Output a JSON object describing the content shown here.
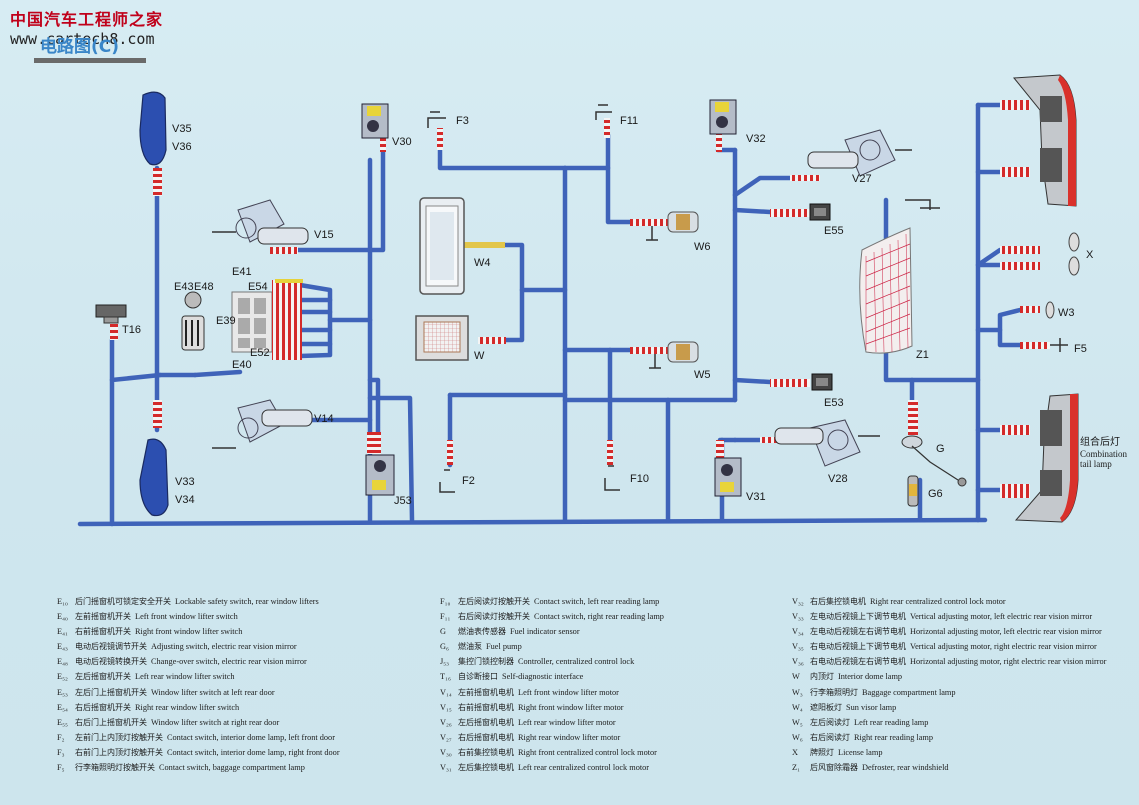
{
  "watermark": {
    "line1": "中国汽车工程师之家",
    "line2": "www.cartech8.com"
  },
  "title": "电路图(C)",
  "component_labels": {
    "v35": "V35",
    "v36": "V36",
    "v33": "V33",
    "v34": "V34",
    "t16": "T16",
    "e43": "E43",
    "e48": "E48",
    "e41": "E41",
    "e54": "E54",
    "e39": "E39",
    "e40": "E40",
    "e52": "E52",
    "v15": "V15",
    "v14": "V14",
    "v30": "V30",
    "j53": "J53",
    "f3": "F3",
    "f2": "F2",
    "w4": "W4",
    "w": "W",
    "f11": "F11",
    "w6": "W6",
    "w5": "W5",
    "f10": "F10",
    "v32": "V32",
    "v31": "V31",
    "v27": "V27",
    "e55": "E55",
    "e53": "E53",
    "v28": "V28",
    "x": "X",
    "w3": "W3",
    "f5": "F5",
    "z1": "Z1",
    "g": "G",
    "g6": "G6",
    "tail_lamp_cn": "组合后灯",
    "tail_lamp_en1": "Combination",
    "tail_lamp_en2": "tail lamp"
  },
  "legend": {
    "col1": [
      {
        "code": "E₁₀",
        "cn": "后门摇窗机可锁定安全开关",
        "en": "Lockable safety switch, rear window lifters"
      },
      {
        "code": "E₄₀",
        "cn": "左前摇窗机开关",
        "en": "Left front window lifter switch"
      },
      {
        "code": "E₄₁",
        "cn": "右前摇窗机开关",
        "en": "Right front window lifter switch"
      },
      {
        "code": "E₄₃",
        "cn": "电动后视镜调节开关",
        "en": "Adjusting switch, electric rear vision mirror"
      },
      {
        "code": "E₄₈",
        "cn": "电动后视镜转换开关",
        "en": "Change-over switch, electric rear vision mirror"
      },
      {
        "code": "E₅₂",
        "cn": "左后摇窗机开关",
        "en": "Left rear window lifter switch"
      },
      {
        "code": "E₅₃",
        "cn": "左后门上摇窗机开关",
        "en": "Window lifter switch at left rear door"
      },
      {
        "code": "E₅₄",
        "cn": "右后摇窗机开关",
        "en": "Right rear window lifter switch"
      },
      {
        "code": "E₅₅",
        "cn": "右后门上摇窗机开关",
        "en": "Window lifter switch at right rear door"
      },
      {
        "code": "F₂",
        "cn": "左前门上内顶灯按触开关",
        "en": "Contact switch, interior dome lamp, left front door"
      },
      {
        "code": "F₃",
        "cn": "右前门上内顶灯按触开关",
        "en": "Contact switch, interior dome lamp, right front door"
      },
      {
        "code": "F₅",
        "cn": "行李箱照明灯按触开关",
        "en": "Contact switch, baggage compartment lamp"
      }
    ],
    "col2": [
      {
        "code": "F₁₀",
        "cn": "左后阅读灯按触开关",
        "en": "Contact switch, left rear reading lamp"
      },
      {
        "code": "F₁₁",
        "cn": "右后阅读灯按触开关",
        "en": "Contact switch, right rear reading lamp"
      },
      {
        "code": "G",
        "cn": "燃油表传感器",
        "en": "Fuel indicator sensor"
      },
      {
        "code": "G₆",
        "cn": "燃油泵",
        "en": "Fuel pump"
      },
      {
        "code": "J₅₃",
        "cn": "集控门锁控制器",
        "en": "Controller, centralized control lock"
      },
      {
        "code": "T₁₆",
        "cn": "自诊断接口",
        "en": "Self-diagnostic interface"
      },
      {
        "code": "V₁₄",
        "cn": "左前摇窗机电机",
        "en": "Left front window lifter motor"
      },
      {
        "code": "V₁₅",
        "cn": "右前摇窗机电机",
        "en": "Right front window lifter motor"
      },
      {
        "code": "V₂₆",
        "cn": "左后摇窗机电机",
        "en": "Left rear window lifter motor"
      },
      {
        "code": "V₂₇",
        "cn": "右后摇窗机电机",
        "en": "Right rear window lifter motor"
      },
      {
        "code": "V₃₀",
        "cn": "右前集控锁电机",
        "en": "Right front centralized control lock motor"
      },
      {
        "code": "V₃₁",
        "cn": "左后集控锁电机",
        "en": "Left rear centralized control lock motor"
      }
    ],
    "col3": [
      {
        "code": "V₃₂",
        "cn": "右后集控锁电机",
        "en": "Right rear centralized control lock motor"
      },
      {
        "code": "V₃₃",
        "cn": "左电动后视镜上下调节电机",
        "en": "Vertical adjusting motor, left electric rear vision mirror"
      },
      {
        "code": "V₃₄",
        "cn": "左电动后视镜左右调节电机",
        "en": "Horizontal adjusting motor, left electric rear vision mirror"
      },
      {
        "code": "V₃₅",
        "cn": "右电动后视镜上下调节电机",
        "en": "Vertical adjusting motor, right electric rear vision mirror"
      },
      {
        "code": "V₃₆",
        "cn": "右电动后视镜左右调节电机",
        "en": "Horizontal adjusting motor, right electric rear vision mirror"
      },
      {
        "code": "W",
        "cn": "内顶灯",
        "en": "Interior dome lamp"
      },
      {
        "code": "W₃",
        "cn": "行李箱照明灯",
        "en": "Baggage compartment lamp"
      },
      {
        "code": "W₄",
        "cn": "遮阳板灯",
        "en": "Sun visor lamp"
      },
      {
        "code": "W₅",
        "cn": "左后阅读灯",
        "en": "Left rear reading lamp"
      },
      {
        "code": "W₆",
        "cn": "右后阅读灯",
        "en": "Right rear reading lamp"
      },
      {
        "code": "X",
        "cn": "牌照灯",
        "en": "License lamp"
      },
      {
        "code": "Z₁",
        "cn": "后风窗除霜器",
        "en": "Defroster, rear windshield"
      }
    ]
  }
}
